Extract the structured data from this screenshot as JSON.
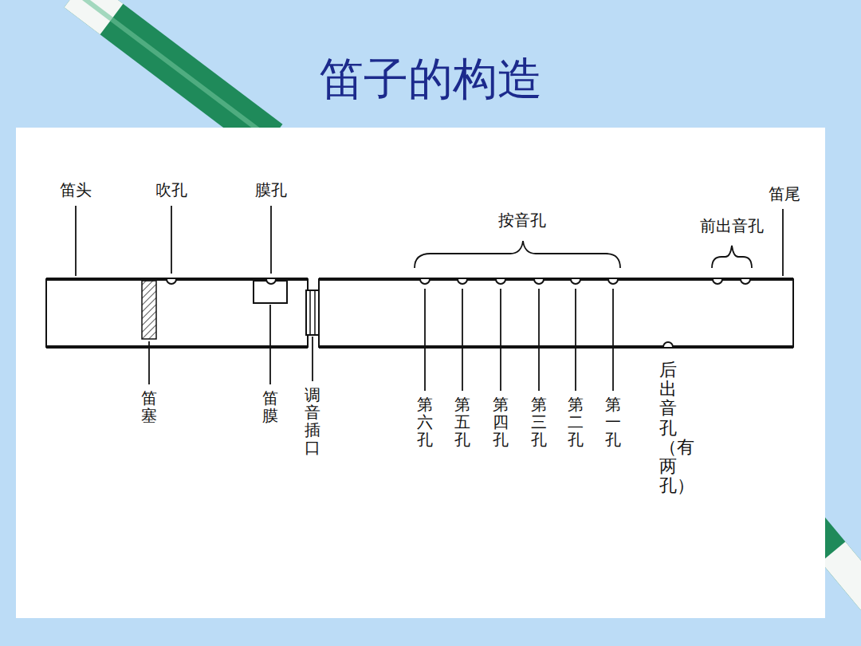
{
  "diagram": {
    "title": "笛子的构造",
    "labels": [
      "笛头",
      "吹孔",
      "膜孔",
      "按音孔",
      "前出音孔",
      "笛尾",
      "笛塞",
      "笛膜",
      "调音插口",
      "第六孔",
      "第五孔",
      "第四孔",
      "第三孔",
      "第二孔",
      "第一孔",
      "后出音孔（有两孔）"
    ]
  }
}
